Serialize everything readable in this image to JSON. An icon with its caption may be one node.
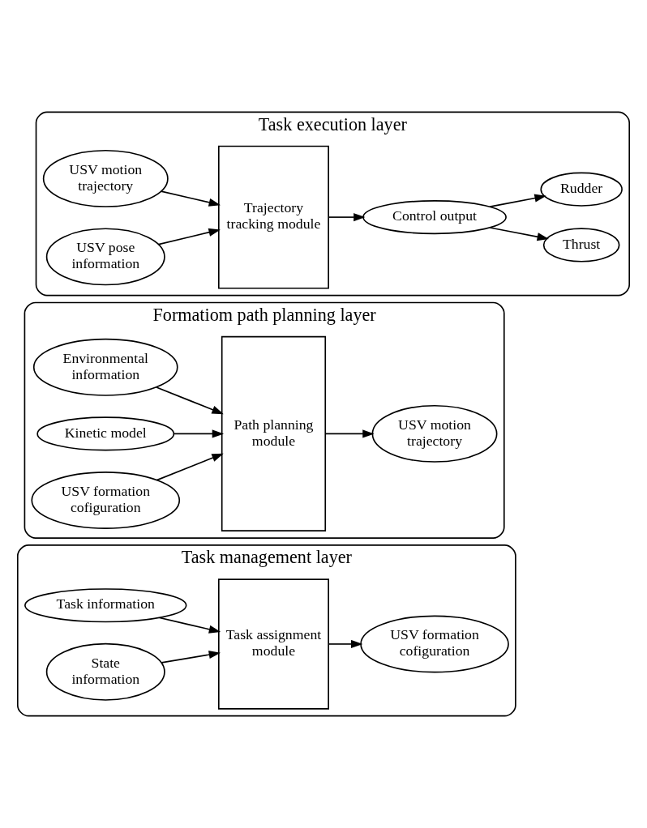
{
  "diagram": {
    "nodes": [
      {
        "text": [
          "Task management layer"
        ]
      },
      {
        "text": [
          "Task information"
        ],
        "in": 0
      },
      {
        "text": [
          "State information"
        ],
        "in": 0
      },
      {
        "text": [
          "Task assignment module"
        ],
        "in": 0
      },
      {
        "text": [
          "USV formation cofiguration"
        ],
        "in": 0
      },
      {
        "text": [
          "Formatiom path planning layer"
        ]
      },
      {
        "text": [
          "Environmental information"
        ],
        "in": 5
      },
      {
        "text": [
          "Kinetic model"
        ],
        "in": 5
      },
      {
        "text": [
          "USV formation cofiguration"
        ],
        "in": 5
      },
      {
        "text": [
          "Path planning module"
        ],
        "in": 5
      },
      {
        "text": [
          "USV motion trajectory"
        ],
        "in": 5
      },
      {
        "text": [
          "Task execution layer"
        ]
      },
      {
        "text": [
          "USV motion trajectory"
        ],
        "in": 11
      },
      {
        "text": [
          "USV pose information"
        ],
        "in": 11
      },
      {
        "text": [
          "Trajectory tracking module"
        ],
        "in": 11
      },
      {
        "text": [
          "Control output"
        ],
        "in": 11
      },
      {
        "text": [
          "Thrust"
        ],
        "in": 11
      },
      {
        "text": [
          "Rudder"
        ],
        "in": 11
      }
    ],
    "edges": [
      {
        "from": 1,
        "to": 3,
        "arrow": "to"
      },
      {
        "from": 2,
        "to": 3,
        "arrow": "to"
      },
      {
        "from": 3,
        "to": 4,
        "arrow": "to"
      },
      {
        "from": 6,
        "to": 9,
        "arrow": "to"
      },
      {
        "from": 7,
        "to": 9,
        "arrow": "to"
      },
      {
        "from": 8,
        "to": 9,
        "arrow": "to"
      },
      {
        "from": 9,
        "to": 10,
        "arrow": "to"
      },
      {
        "from": 12,
        "to": 14,
        "arrow": "to"
      },
      {
        "from": 13,
        "to": 14,
        "arrow": "to"
      },
      {
        "from": 14,
        "to": 15,
        "arrow": "to"
      },
      {
        "from": 15,
        "to": 16,
        "arrow": "to"
      },
      {
        "from": 15,
        "to": 17,
        "arrow": "to"
      }
    ]
  }
}
